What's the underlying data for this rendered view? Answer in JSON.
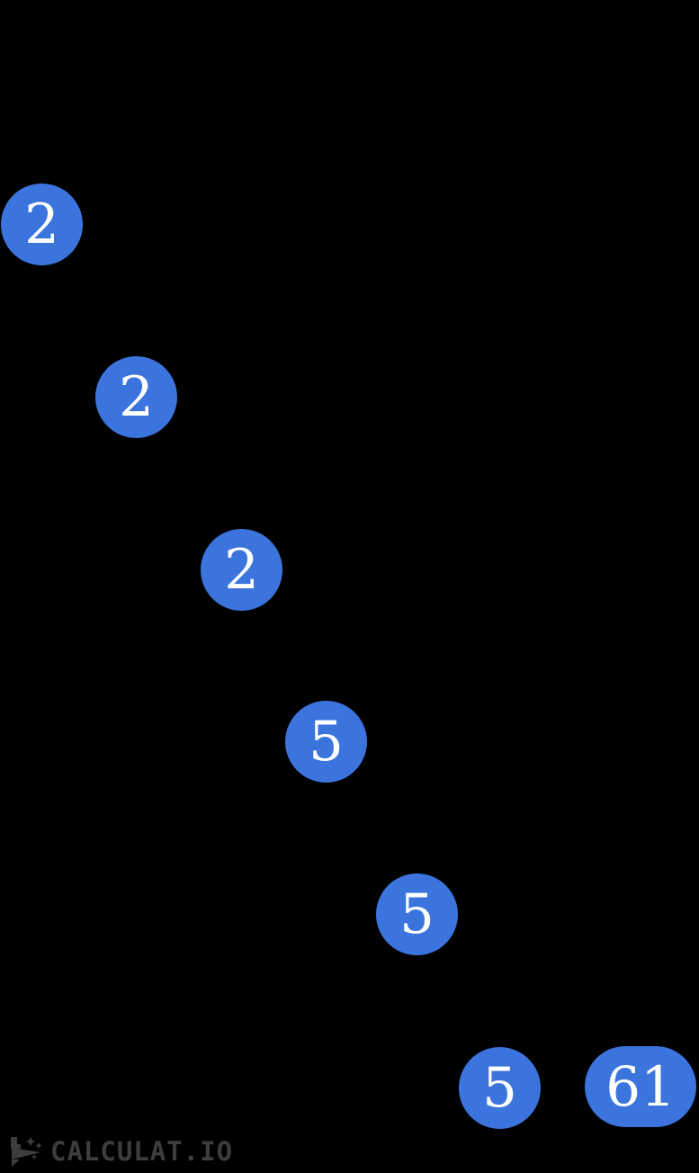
{
  "colors": {
    "background": "#000000",
    "node_fill": "#3b74dc",
    "node_text": "#ffffff",
    "watermark_text": "#3d3d3d"
  },
  "tree": {
    "description": "prime-factor-tree-nodes",
    "nodes": [
      {
        "value": "2",
        "shape": "circle"
      },
      {
        "value": "2",
        "shape": "circle"
      },
      {
        "value": "2",
        "shape": "circle"
      },
      {
        "value": "5",
        "shape": "circle"
      },
      {
        "value": "5",
        "shape": "circle"
      },
      {
        "value": "5",
        "shape": "circle"
      },
      {
        "value": "61",
        "shape": "pill"
      }
    ]
  },
  "watermark": {
    "brand": "CALCULAT.IO",
    "icon": "rocket-icon"
  }
}
